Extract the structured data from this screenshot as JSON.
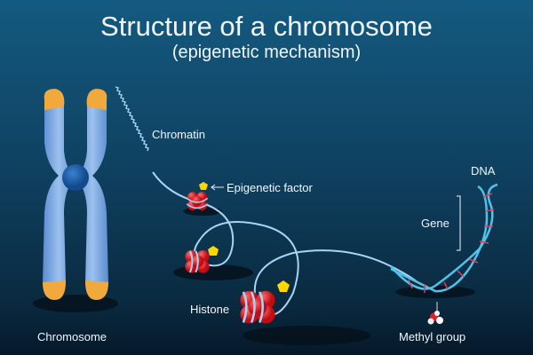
{
  "title": "Structure of a chromosome",
  "subtitle": "(epigenetic mechanism)",
  "labels": {
    "chromatin": "Chromatin",
    "epigenetic_factor": "Epigenetic factor",
    "dna": "DNA",
    "gene": "Gene",
    "histone": "Histone",
    "chromosome": "Chromosome",
    "methyl_group": "Methyl group"
  },
  "colors": {
    "chromosome_body": "#6f9fdc",
    "telomere": "#f2a93b",
    "centromere": "#1e5fa8",
    "histone": "#e8202a",
    "strand": "#a8d4f5",
    "epigenetic_factor": "#ffd700"
  }
}
